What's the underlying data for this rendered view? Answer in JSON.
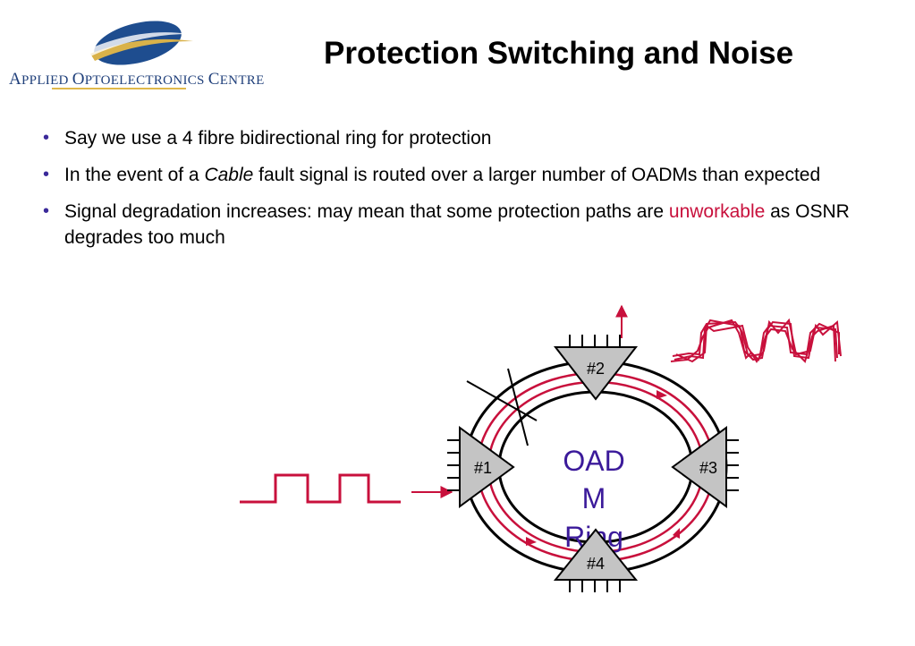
{
  "logo": {
    "org_line": {
      "w1_cap": "A",
      "w1_rest": "PPLIED ",
      "w2_cap": "O",
      "w2_rest": "PTOELECTRONICS ",
      "w3_cap": "C",
      "w3_rest": "ENTRE"
    }
  },
  "title": "Protection Switching and Noise",
  "bullets": {
    "b1": "Say we use a 4 fibre bidirectional ring for protection",
    "b2_pre": "In the event of a ",
    "b2_em": "Cable",
    "b2_post": " fault signal is routed over a larger number of OADMs than expected",
    "b3_pre": "Signal degradation increases: may mean that some protection paths are ",
    "b3_red": "unworkable",
    "b3_post": " as OSNR degrades too much"
  },
  "diagram": {
    "ring_label_line1": "OAD",
    "ring_label_line2": "M",
    "ring_label_line3": "Ring",
    "nodes": [
      "#1",
      "#2",
      "#3",
      "#4"
    ],
    "colors": {
      "signal": "#c8103c",
      "ring_label": "#3b1a9a",
      "node_fill": "#c4c4c4",
      "fibre": "#000000"
    }
  }
}
